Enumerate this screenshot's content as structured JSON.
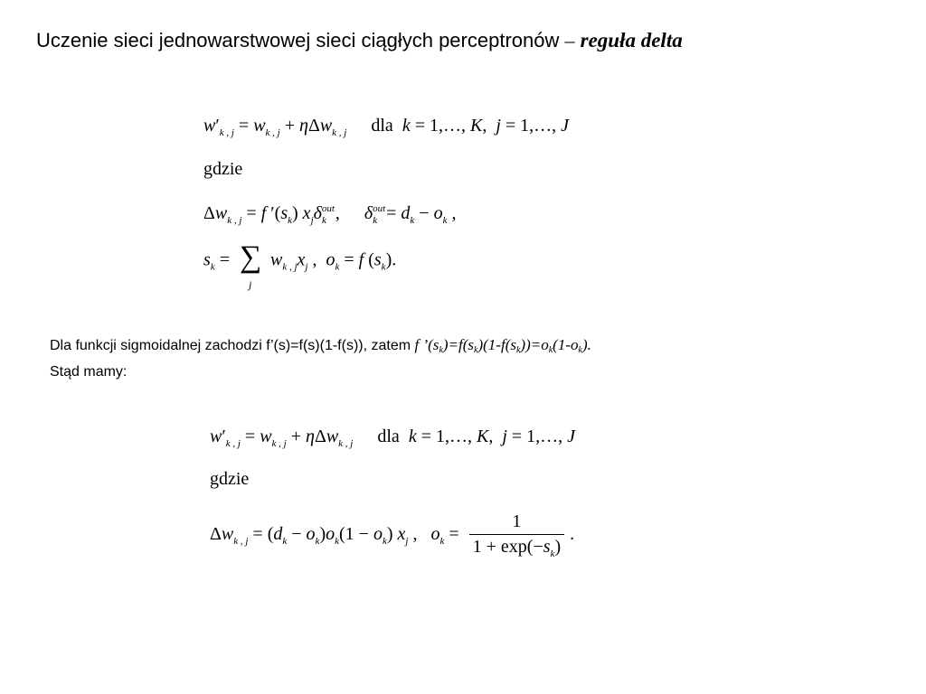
{
  "slide": {
    "title": "Uczenie sieci jednowarstwowej sieci ciągłych perceptronów",
    "title_dash": "–",
    "title_emphasis": "reguła delta"
  },
  "block1": {
    "dla": "dla",
    "gdzie": "gdzie"
  },
  "paragraph": {
    "line1": "Dla funkcji sigmoidalnej zachodzi f’(s)=f(s)(1-f(s)), zatem",
    "line2": "Stąd mamy:"
  },
  "block2": {
    "dla": "dla",
    "gdzie": "gdzie"
  }
}
